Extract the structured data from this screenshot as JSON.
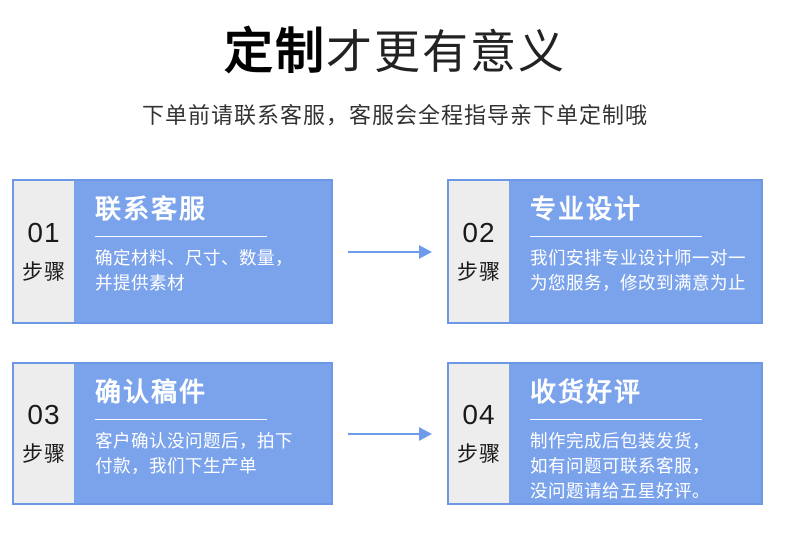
{
  "header": {
    "title_bold": "定制",
    "title_rest": "才更有意义",
    "subtitle": "下单前请联系客服，客服会全程指导亲下单定制哦"
  },
  "steps": [
    {
      "number": "01",
      "step_label": "步骤",
      "title": "联系客服",
      "description_lines": [
        "确定材料、尺寸、数量，",
        "并提供素材"
      ]
    },
    {
      "number": "02",
      "step_label": "步骤",
      "title": "专业设计",
      "description_lines": [
        "我们安排专业设计师一对一",
        "为您服务，修改到满意为止"
      ]
    },
    {
      "number": "03",
      "step_label": "步骤",
      "title": "确认稿件",
      "description_lines": [
        "客户确认没问题后，拍下",
        "付款，我们下生产单"
      ]
    },
    {
      "number": "04",
      "step_label": "步骤",
      "title": "收货好评",
      "description_lines": [
        "制作完成后包装发货，",
        "如有问题可联系客服，",
        "没问题请给五星好评。"
      ]
    }
  ],
  "colors": {
    "box_fill_blue": "#7ba3ec",
    "box_border_blue": "#6d98e6",
    "tab_gray": "#ededee",
    "arrow_blue": "#6f9cea",
    "step_text_white": "#ffffff",
    "title_black": "#000000",
    "subtitle_dark": "#333333"
  }
}
